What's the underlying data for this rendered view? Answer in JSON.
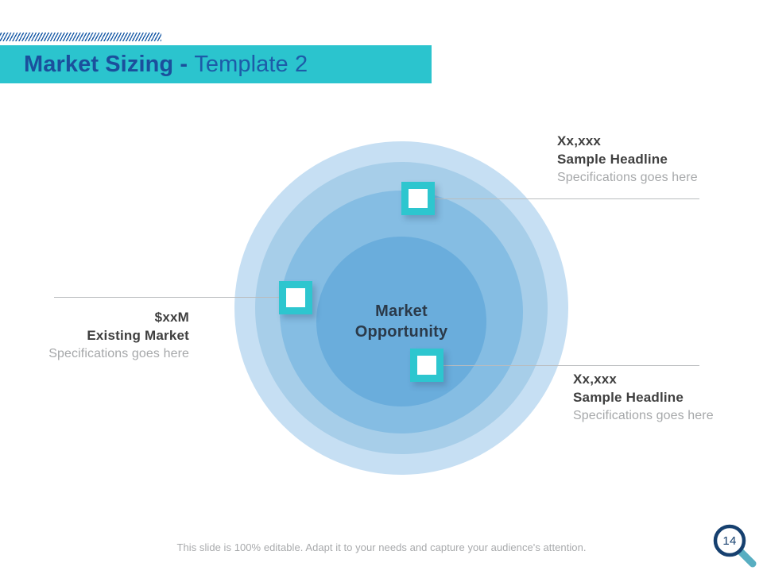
{
  "header": {
    "title_strong": "Market Sizing",
    "title_dash": " - ",
    "title_light": "Template 2",
    "hatch_icon": "diagonal-hatch-strip",
    "bar_color": "#2bc4ce",
    "strong_color": "#1b4f9c"
  },
  "diagram": {
    "type": "concentric-circles",
    "core_label_line1": "Market",
    "core_label_line2": "Opportunity",
    "circle_colors": [
      "#c6dff3",
      "#a7cee9",
      "#85bde3",
      "#6aaddc"
    ],
    "marker_color": "#2dc6cf",
    "connector_color": "#b9bcbe",
    "markers": [
      {
        "name": "marker-top",
        "icon": "square-marker-icon"
      },
      {
        "name": "marker-left",
        "icon": "square-marker-icon"
      },
      {
        "name": "marker-bottom",
        "icon": "square-marker-icon"
      }
    ]
  },
  "callouts": {
    "top": {
      "value": "Xx,xxx",
      "headline": "Sample Headline",
      "spec": "Specifications goes here"
    },
    "left": {
      "value": "$xxM",
      "headline": "Existing Market",
      "spec": "Specifications goes here"
    },
    "bottom": {
      "value": "Xx,xxx",
      "headline": "Sample Headline",
      "spec": "Specifications goes here"
    }
  },
  "footer": {
    "note": "This slide is 100% editable. Adapt it to your needs and capture your audience's attention."
  },
  "badge": {
    "page_number": "14",
    "icon": "magnifier-icon",
    "ring_color": "#16406f",
    "handle_color": "#6fd4de"
  }
}
